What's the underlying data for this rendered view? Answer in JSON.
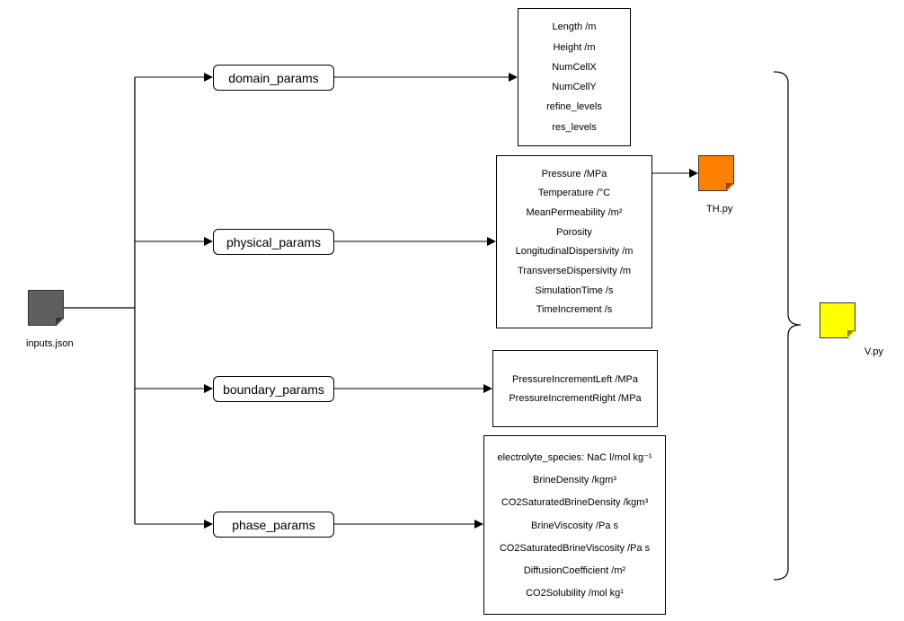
{
  "files": {
    "inputs": {
      "label": "inputs.json",
      "color": "#5f5f5f"
    },
    "th": {
      "label": "TH.py",
      "color": "#ff7f00"
    },
    "v": {
      "label": "V.py",
      "color": "#ffff00"
    }
  },
  "nodes": {
    "domain": "domain_params",
    "physical": "physical_params",
    "boundary": "boundary_params",
    "phase": "phase_params"
  },
  "params": {
    "domain": [
      "Length /m",
      "Height /m",
      "NumCellX",
      "NumCellY",
      "refine_levels",
      "res_levels"
    ],
    "physical": [
      "Pressure /MPa",
      "Temperature /°C",
      "MeanPermeability /m²",
      "Porosity",
      "LongitudinalDispersivity /m",
      "TransverseDispersivity /m",
      "SimulationTime /s",
      "TimeIncrement /s"
    ],
    "boundary": [
      "PressureIncrementLeft /MPa",
      "PressureIncrementRight /MPa"
    ],
    "phase": [
      "electrolyte_species: NaC l/mol kg⁻¹",
      "BrineDensity /kgm³",
      "CO2SaturatedBrineDensity /kgm³",
      "BrineViscosity /Pa s",
      "CO2SaturatedBrineViscosity /Pa s",
      "DiffusionCoefficient /m²",
      "CO2Solubility /mol kg¹"
    ]
  }
}
